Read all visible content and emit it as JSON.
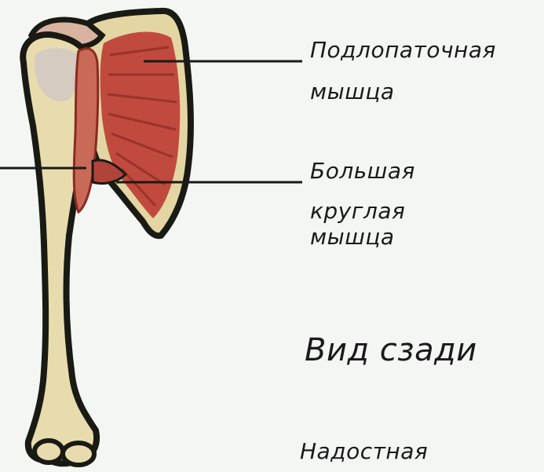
{
  "labels": {
    "subscapularis_line1": "Подлопаточная",
    "subscapularis_line2": "мышца",
    "teres_major_line1": "Большая",
    "teres_major_line2": "круглая",
    "teres_major_line3": "мышца",
    "view_title": "Вид  сзади",
    "supraspinatus": "Надостная"
  },
  "colors": {
    "background": "#f3f6f3",
    "bone": "#e8dcae",
    "bone_outline": "#1a1a14",
    "muscle": "#c04a3e",
    "muscle_dark": "#8a2a22",
    "text": "#1a1a1a"
  }
}
